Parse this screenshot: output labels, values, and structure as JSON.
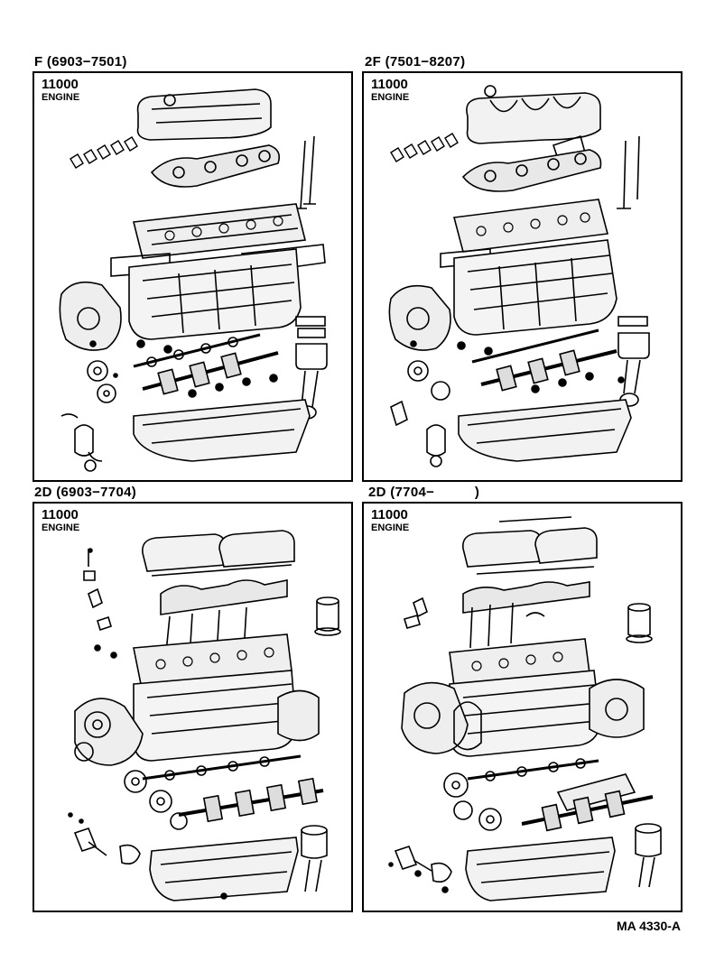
{
  "panels": [
    {
      "heading": "F (6903−7501)",
      "code": "11000",
      "label": "ENGINE"
    },
    {
      "heading": "2F (7501−8207)",
      "code": "11000",
      "label": "ENGINE"
    },
    {
      "heading": "2D (6903−7704)",
      "code": "11000",
      "label": "ENGINE"
    },
    {
      "heading": "2D (7704−          )",
      "code": "11000",
      "label": "ENGINE"
    }
  ],
  "footer": "MA 4330-A"
}
